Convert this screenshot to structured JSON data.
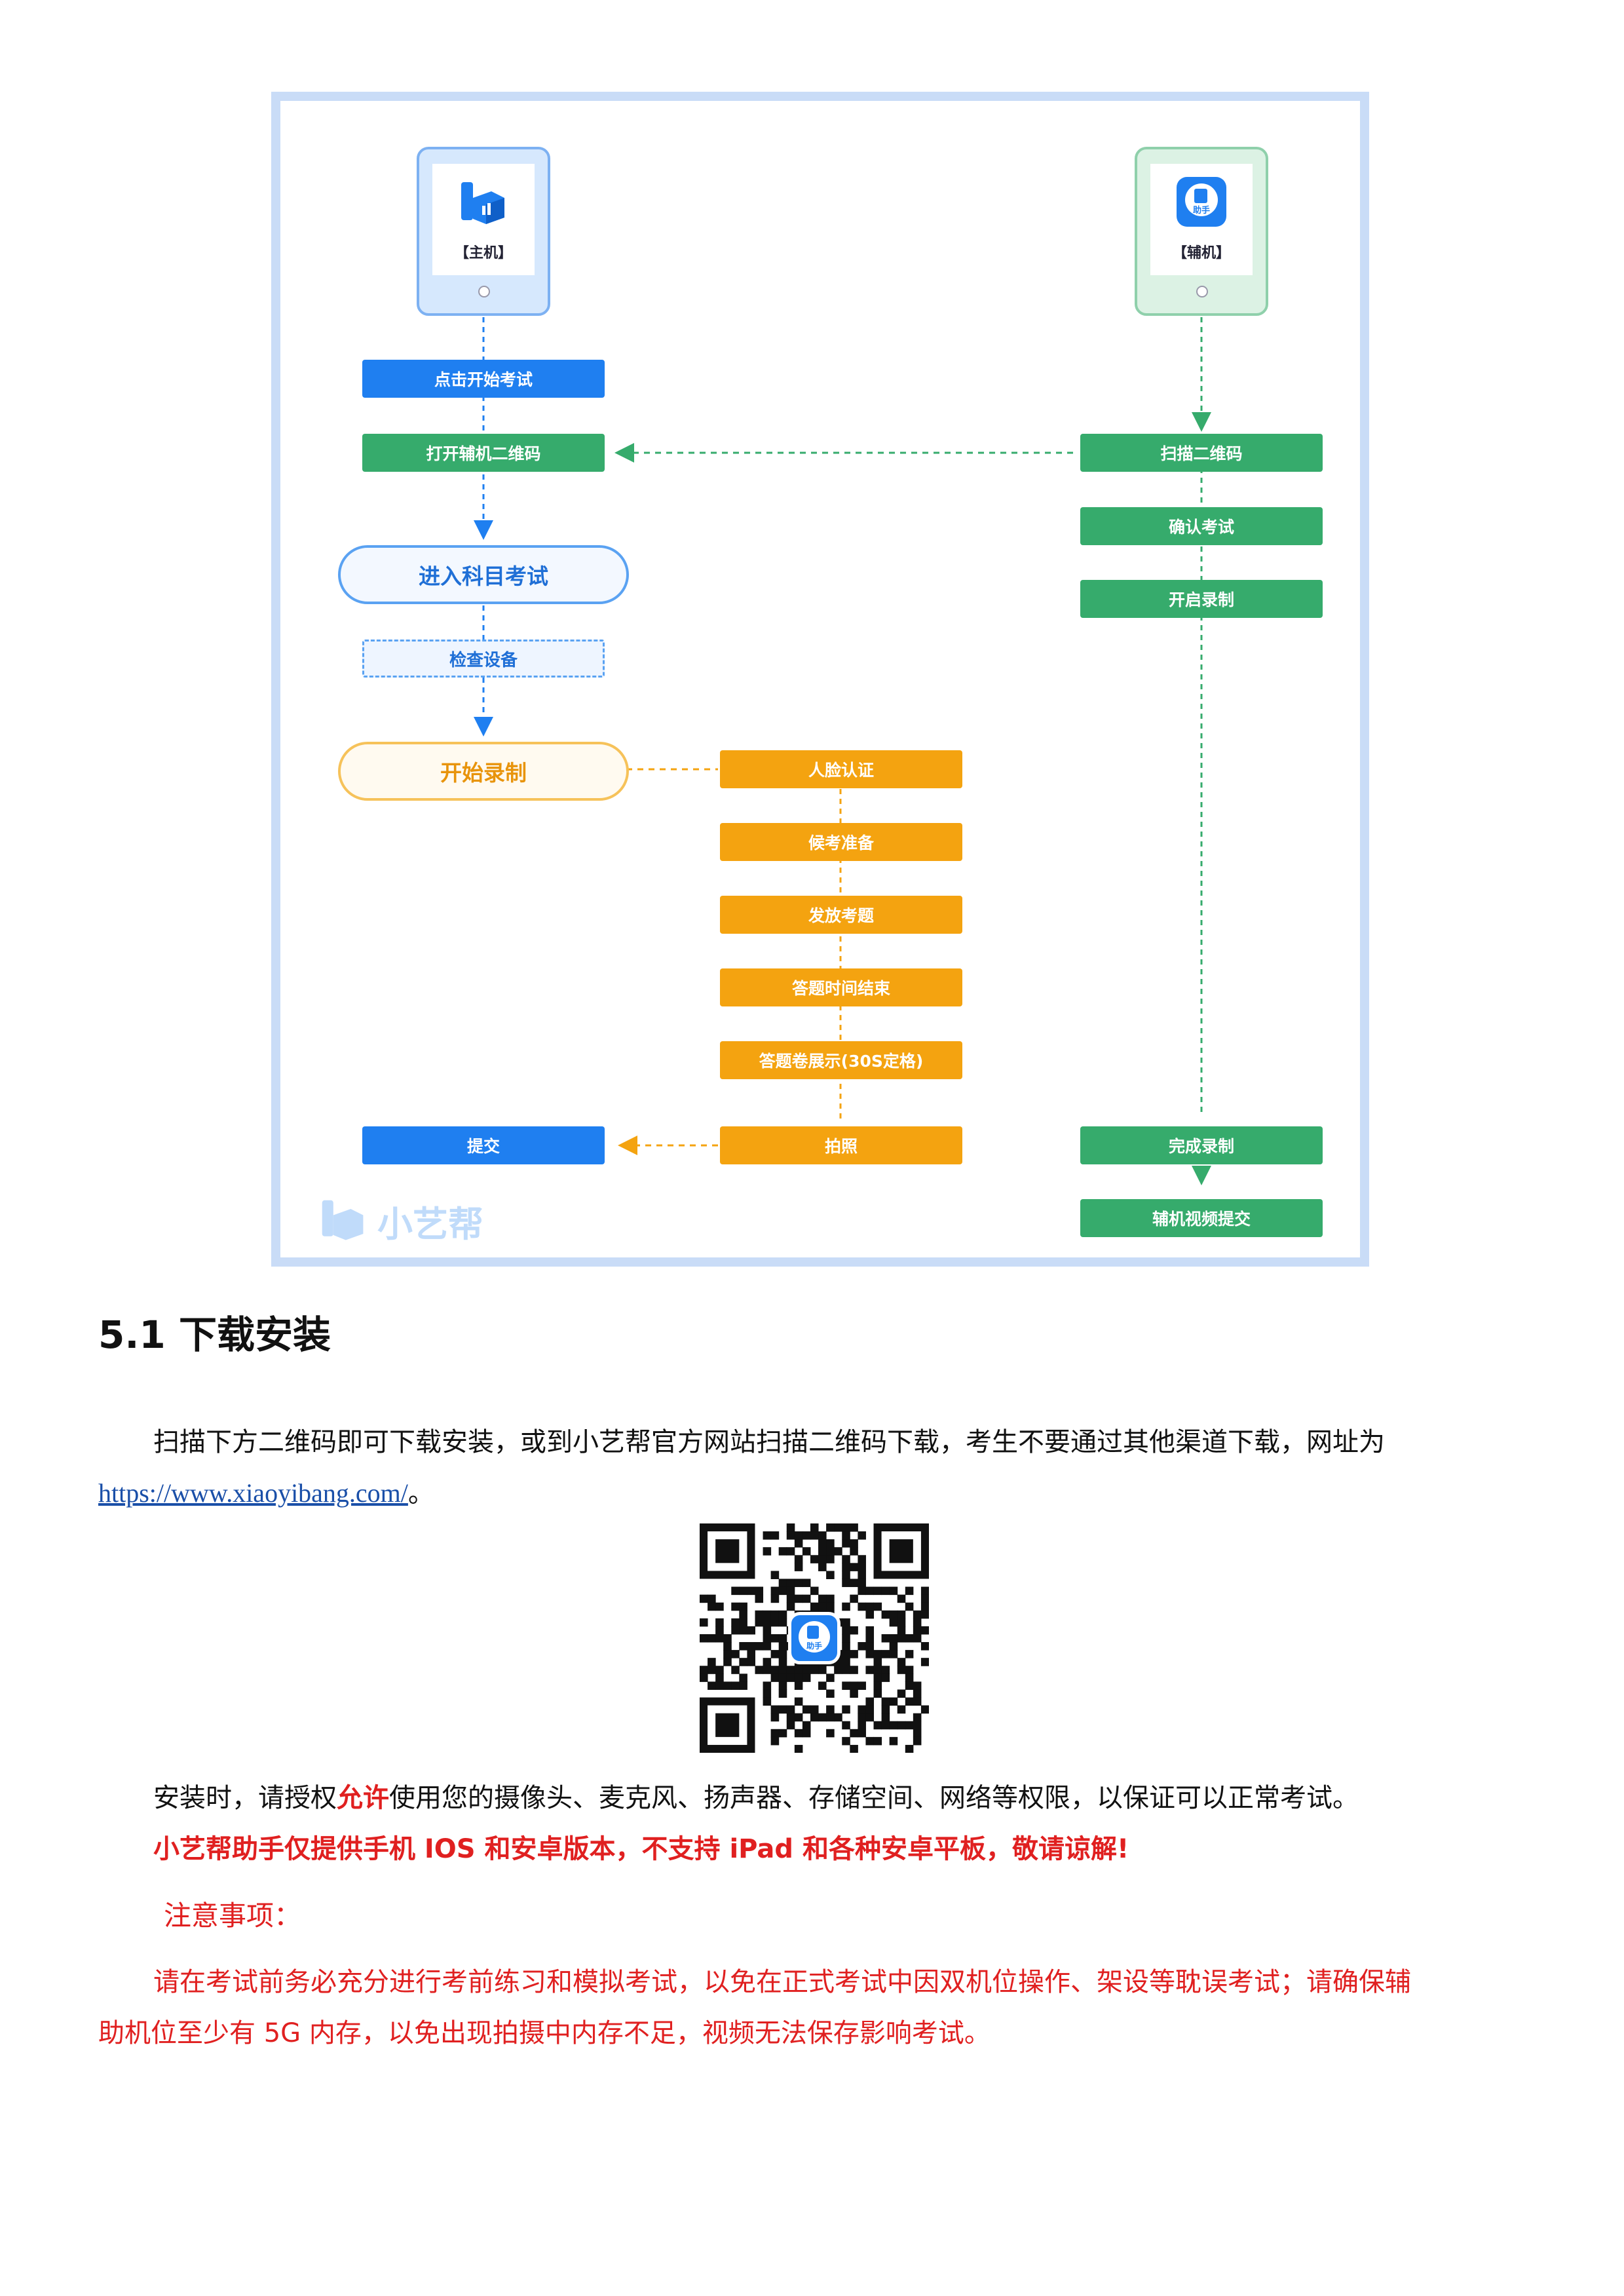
{
  "flow": {
    "host_phone_label": "【主机】",
    "aux_phone_label": "【辅机】",
    "aux_app_icon_text": "助手",
    "host_steps": {
      "start_exam": "点击开始考试",
      "open_aux_qr": "打开辅机二维码",
      "enter_subject": "进入科目考试",
      "check_device": "检查设备",
      "start_record": "开始录制",
      "submit": "提交"
    },
    "exam_steps": [
      "人脸认证",
      "候考准备",
      "发放考题",
      "答题时间结束",
      "答题卷展示(30S定格)",
      "拍照"
    ],
    "aux_steps": {
      "scan_qr": "扫描二维码",
      "confirm_exam": "确认考试",
      "enable_record": "开启录制",
      "finish_record": "完成录制",
      "submit_video": "辅机视频提交"
    },
    "watermark": "小艺帮"
  },
  "section": {
    "title": "5.1 下载安装",
    "intro": "扫描下方二维码即可下载安装，或到小艺帮官方网站扫描二维码下载，考生不要通过其他渠道下载，网址为",
    "url": "https://www.xiaoyibang.com/",
    "url_suffix": "。",
    "qr_icon_text": "助手",
    "permission_a": "安装时，请授权",
    "permission_allow": "允许",
    "permission_b": "使用您的摄像头、麦克风、扬声器、存储空间、网络等权限，以保证可以正常考试。",
    "platform_note": "小艺帮助手仅提供手机 IOS 和安卓版本，不支持 iPad 和各种安卓平板，敬请谅解!",
    "notice_title": "注意事项：",
    "notice_line1": "请在考试前务必充分进行考前练习和模拟考试，以免在正式考试中因双机位操作、架设等耽误考试；请确保辅",
    "notice_line2": "助机位至少有 5G 内存，以免出现拍摄中内存不足，视频无法保存影响考试。"
  }
}
